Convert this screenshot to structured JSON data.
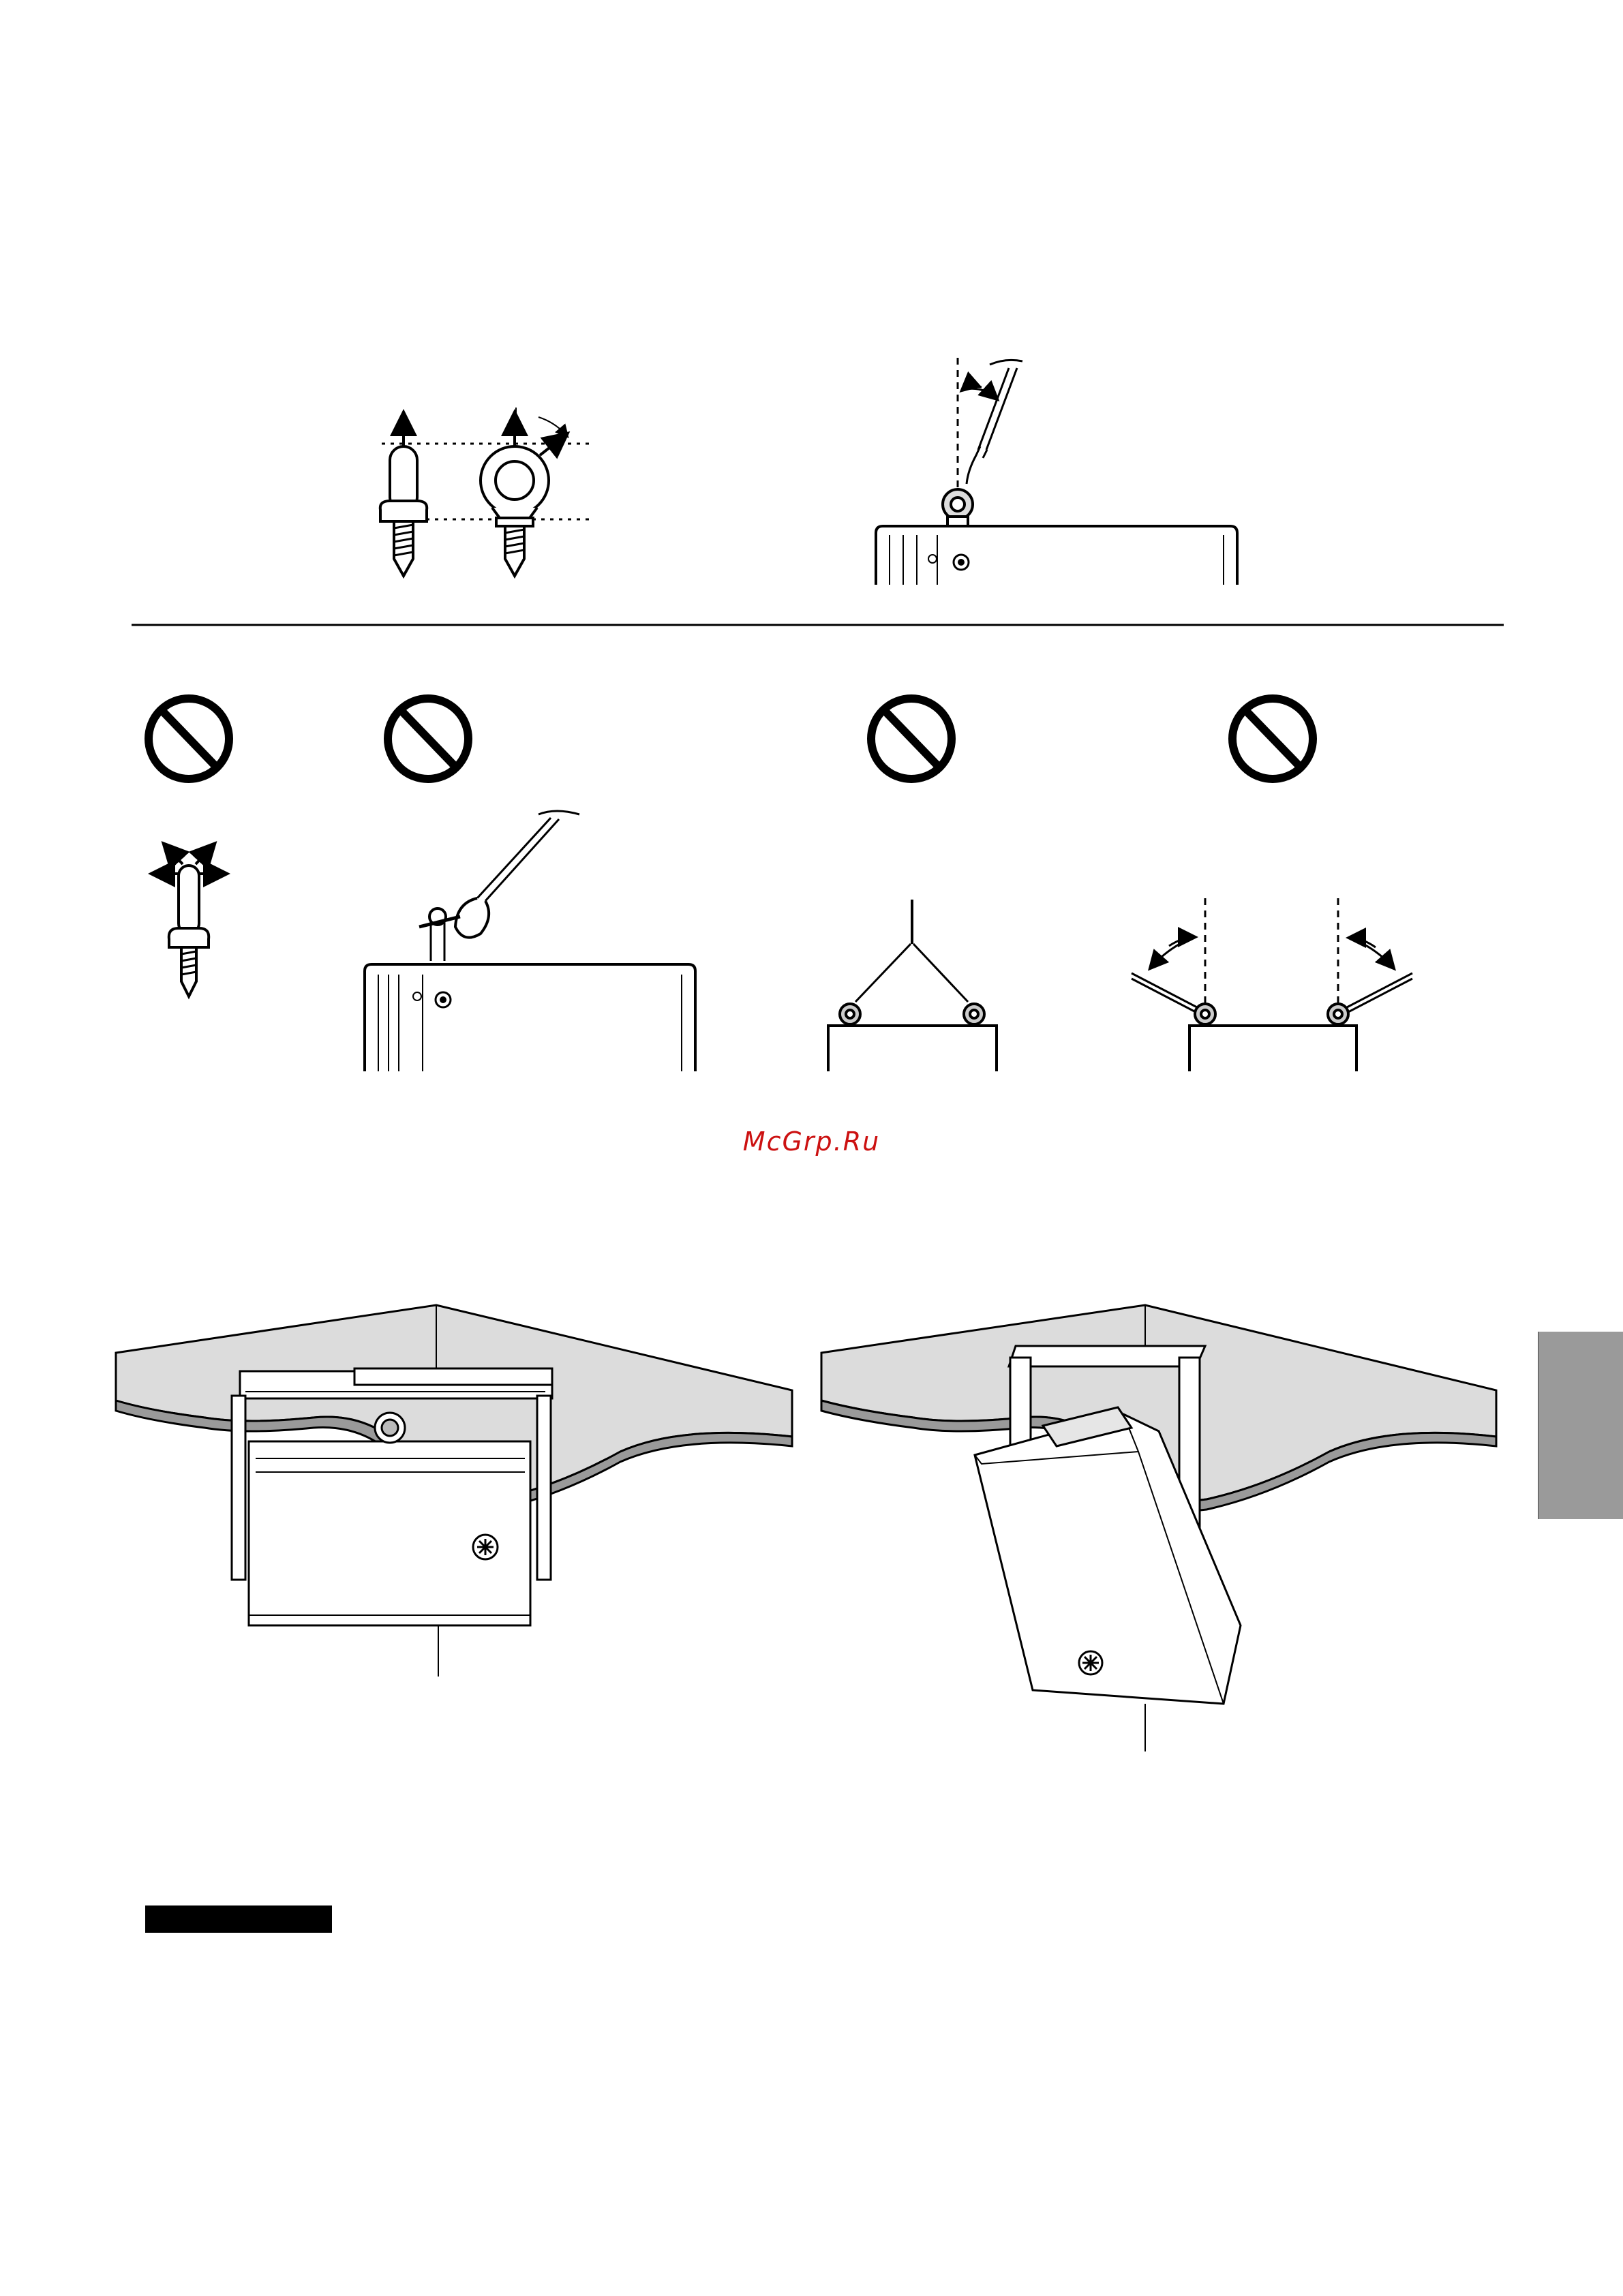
{
  "watermark": {
    "text": "McGrp.Ru",
    "color": "#cc1111"
  },
  "side_tab": {
    "color": "#9a9a9a"
  },
  "prohibit_icon": {
    "name": "prohibited-icon",
    "color": "#000000"
  },
  "figures": [
    {
      "name": "eyebolt-load-direction-figure"
    },
    {
      "name": "eyebolt-cable-angle-figure"
    },
    {
      "name": "eyebolt-lateral-force-prohibited-figure"
    },
    {
      "name": "hook-through-eyebolt-prohibited-figure"
    },
    {
      "name": "two-point-v-suspension-prohibited-figure"
    },
    {
      "name": "outward-cable-angle-prohibited-figure"
    },
    {
      "name": "ceiling-bracket-horizontal-figure"
    },
    {
      "name": "ceiling-bracket-vertical-figure"
    }
  ]
}
